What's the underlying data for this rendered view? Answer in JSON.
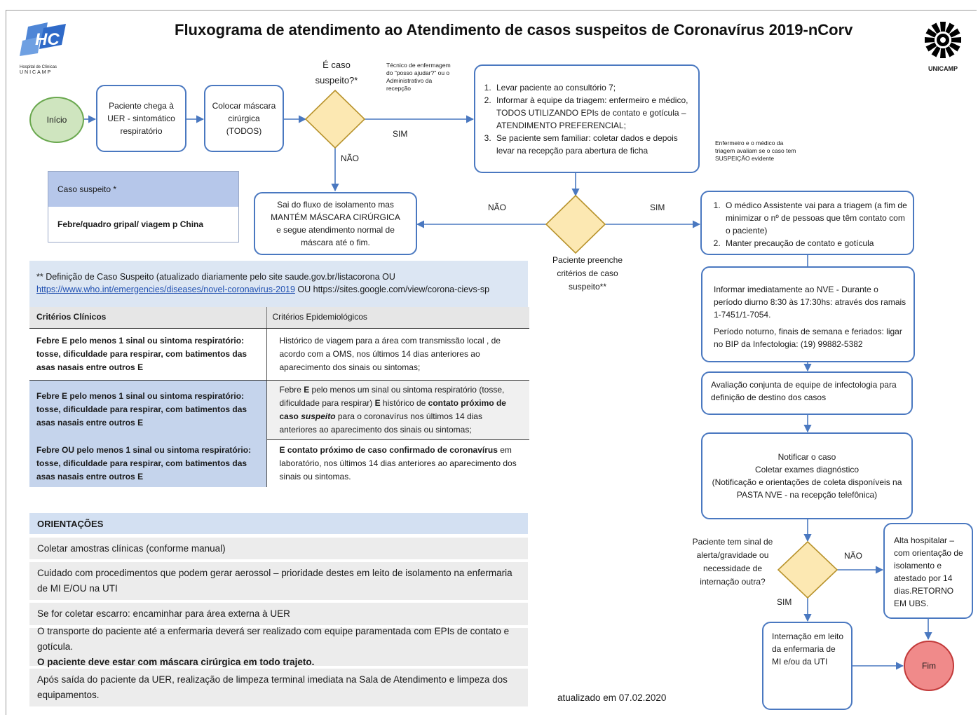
{
  "header": {
    "title": "Fluxograma de atendimento ao Atendimento de casos suspeitos de Coronavírus 2019-nCorv",
    "hc_logo_text": "HC",
    "hc_sub1": "Hospital de Clínicas",
    "hc_sub2": "UNICAMP",
    "unicamp_label": "UNICAMP"
  },
  "flow": {
    "start": "Início",
    "arrive": "Paciente chega à UER - sintomático respiratório",
    "mask": "Colocar máscara cirúrgica (TODOS)",
    "question1": "É caso suspeito?*",
    "tech_note": "Técnico de enfermagem do \"posso ajudar?\" ou o Administrativo da recepção",
    "sim_1": "SIM",
    "nao_1": "NÃO",
    "steps": [
      "Levar paciente ao consultório 7;",
      "Informar à equipe da triagem: enfermeiro e médico, TODOS UTILIZANDO EPIs de contato e gotícula – ATENDIMENTO PREFERENCIAL;",
      "Se paciente sem familiar: coletar dados e depois levar na recepção para abertura de ficha"
    ],
    "nurse_note": "Enfermeiro e o médico da triagem avaliam se o caso tem SUSPEIÇÃO evidente",
    "exit": "Sai do fluxo de isolamento mas MANTÉM MÁSCARA CIRÚRGICA e segue atendimento normal de máscara até o fim.",
    "nao_2": "NÃO",
    "sim_2": "SIM",
    "question2": "Paciente preenche critérios de caso suspeito**",
    "doctor_steps": [
      "O médico Assistente vai para a triagem (a fim de minimizar o nº de pessoas que têm contato com o paciente)",
      "Manter precaução de contato e gotícula"
    ],
    "nve_1": "Informar imediatamente  ao NVE - Durante o período diurno 8:30 às 17:30hs: através dos ramais 1-7451/1-7054.",
    "nve_2": "Período noturno, finais de semana e feriados: ligar no BIP da Infectologia: (19) 99882-5382",
    "joint_eval": "Avaliação conjunta de equipe de infectologia para definição de destino dos casos",
    "notify_1": "Notificar o caso",
    "notify_2": "Coletar exames diagnóstico",
    "notify_3": "(Notificação e orientações de coleta disponíveis na PASTA  NVE - na recepção telefônica)",
    "question3": "Paciente tem sinal de alerta/gravidade ou necessidade de internação outra?",
    "nao_3": "NÃO",
    "sim_3": "SIM",
    "discharge": "Alta hospitalar – com orientação de isolamento e atestado por 14 dias.RETORNO EM UBS.",
    "admission": "Internação em leito da enfermaria de MI e/ou da UTI",
    "end": "Fim"
  },
  "case_box": {
    "header": "Caso suspeito *",
    "body": "Febre/quadro gripal/ viagem p China"
  },
  "definition": {
    "line1": "** Definição de Caso Suspeito (atualizado diariamente pelo site saude.gov.br/listacorona OU",
    "link": "https://www.who.int/emergencies/diseases/novel-coronavirus-2019",
    "line2_rest": " OU https://sites.google.com/view/corona-cievs-sp"
  },
  "criteria": {
    "col1": "Critérios Clínicos",
    "col2": "Critérios Epidemiológicos",
    "rows": [
      {
        "clinical": "Febre E pelo menos 1 sinal ou sintoma respiratório: tosse, dificuldade para respirar, com batimentos das asas nasais entre outros E",
        "epi_plain": "Histórico de viagem para a área com transmissão local , de acordo com a OMS, nos últimos 14 dias anteriores ao aparecimento dos sinais ou sintomas;"
      },
      {
        "clinical": "Febre E pelo menos 1 sinal ou sintoma respiratório: tosse, dificuldade para respirar, com batimentos das asas nasais entre outros E",
        "epi_a": "Febre ",
        "epi_b": "E",
        "epi_c": " pelo menos um sinal ou sintoma respiratório (tosse, dificuldade para respirar) ",
        "epi_d": "E",
        "epi_e": " histórico de ",
        "epi_f": "contato próximo de caso ",
        "epi_g": "suspeito",
        "epi_h": " para o coronavírus nos últimos 14 dias anteriores ao aparecimento dos sinais ou sintomas;"
      },
      {
        "clinical": "Febre OU pelo menos 1 sinal ou sintoma respiratório: tosse, dificuldade para respirar, com batimentos das asas nasais entre outros E",
        "epi_a": "E  contato próximo de caso confirmado de coronavírus",
        "epi_b": " em laboratório, nos últimos 14 dias anteriores ao aparecimento dos sinais ou sintomas."
      }
    ]
  },
  "guidance": {
    "heading": "ORIENTAÇÕES",
    "items": [
      "Coletar amostras clínicas (conforme  manual)",
      "Cuidado com procedimentos que  podem gerar aerossol – prioridade destes em leito de isolamento na enfermaria de MI E/OU na UTI",
      "Se for coletar escarro: encaminhar para área externa à UER",
      "O transporte do paciente até a enfermaria deverá ser realizado com equipe paramentada com EPIs de contato e gotícula. ",
      "O paciente deve estar com máscara cirúrgica em todo trajeto.",
      "Após saída do paciente da UER, realização de limpeza terminal imediata na Sala de Atendimento e limpeza dos equipamentos."
    ]
  },
  "footer": {
    "updated": "atualizado em 07.02.2020"
  },
  "colors": {
    "box_border": "#4a78c0",
    "arrow": "#4a78c0",
    "diamond_fill": "#fce8b2",
    "diamond_stroke": "#b8932c",
    "start_fill": "#cfe5bf",
    "end_fill": "#f08a8a"
  }
}
